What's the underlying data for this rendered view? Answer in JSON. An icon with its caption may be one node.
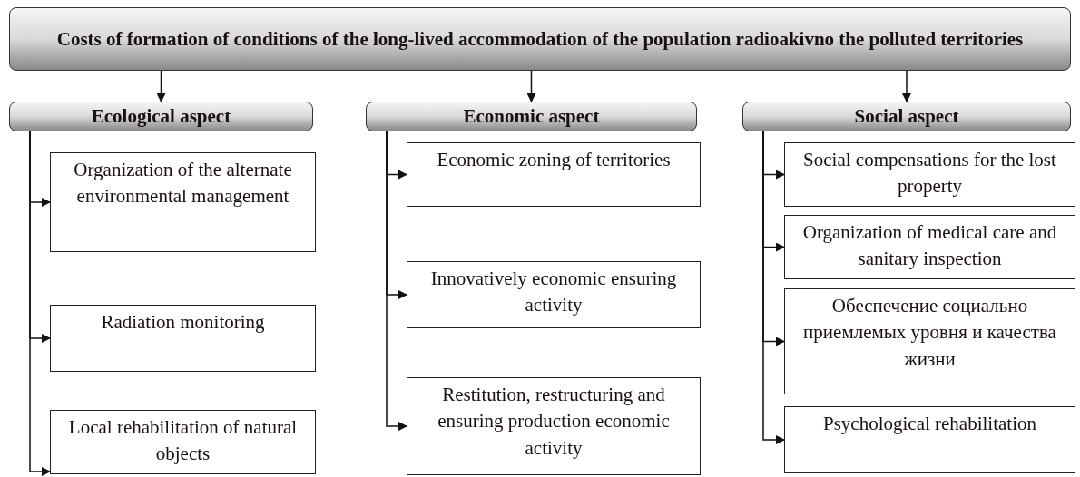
{
  "diagram": {
    "nodes": [
      {
        "text": [
          "Costs of formation of conditions of the long-lived accommodation of the population radioakivno the polluted territories"
        ]
      },
      {
        "text": [
          "Ecological aspect"
        ]
      },
      {
        "text": [
          "Organization of the alternate environmental management"
        ]
      },
      {
        "text": [
          "Radiation monitoring"
        ]
      },
      {
        "text": [
          "Local rehabilitation of natural objects"
        ]
      },
      {
        "text": [
          "Economic aspect"
        ]
      },
      {
        "text": [
          "Economic zoning of territories"
        ]
      },
      {
        "text": [
          "Innovatively economic ensuring activity"
        ]
      },
      {
        "text": [
          "Restitution, restructuring and ensuring production economic activity"
        ]
      },
      {
        "text": [
          "Social aspect"
        ]
      },
      {
        "text": [
          "Social compensations for the lost property"
        ]
      },
      {
        "text": [
          "Organization of medical care and sanitary inspection"
        ]
      },
      {
        "text": [
          "Обеспечение социально приемлемых уровня и качества жизни"
        ]
      },
      {
        "text": [
          "Psychological rehabilitation"
        ]
      }
    ],
    "edges": [
      {
        "from": 0,
        "to": 1,
        "arrow": "to"
      },
      {
        "from": 0,
        "to": 5,
        "arrow": "to"
      },
      {
        "from": 0,
        "to": 9,
        "arrow": "to"
      },
      {
        "from": 1,
        "to": 2,
        "arrow": "to"
      },
      {
        "from": 1,
        "to": 3,
        "arrow": "to"
      },
      {
        "from": 1,
        "to": 4,
        "arrow": "to"
      },
      {
        "from": 5,
        "to": 6,
        "arrow": "to"
      },
      {
        "from": 5,
        "to": 7,
        "arrow": "to"
      },
      {
        "from": 5,
        "to": 8,
        "arrow": "to"
      },
      {
        "from": 9,
        "to": 10,
        "arrow": "to"
      },
      {
        "from": 9,
        "to": 11,
        "arrow": "to"
      },
      {
        "from": 9,
        "to": 12,
        "arrow": "to"
      },
      {
        "from": 9,
        "to": 13,
        "arrow": "to"
      }
    ]
  }
}
